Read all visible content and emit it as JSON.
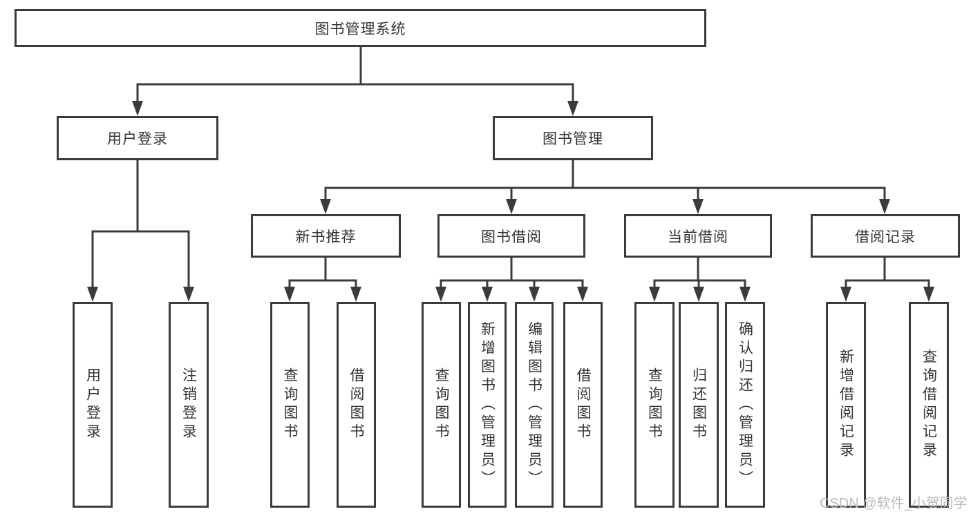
{
  "diagram": {
    "type": "hierarchy-tree",
    "title": "图书管理系统",
    "watermark": "CSDN @软件_小贺同学",
    "colors": {
      "background": "#ffffff",
      "line": "#3b3b3b",
      "box_border": "#3b3b3b",
      "text": "#333333",
      "watermark_text": "#b9b9b9"
    },
    "nodes": {
      "root": {
        "label": "图书管理系统"
      },
      "level2": [
        {
          "label": "用户登录"
        },
        {
          "label": "图书管理"
        }
      ],
      "level3": [
        {
          "label": "新书推荐"
        },
        {
          "label": "图书借阅"
        },
        {
          "label": "当前借阅"
        },
        {
          "label": "借阅记录"
        }
      ],
      "leaves": {
        "user_login": [
          "用户登录",
          "注销登录"
        ],
        "new_book_recommend": [
          "查询图书",
          "借阅图书"
        ],
        "book_borrow": [
          "查询图书",
          "新增图书（管理员）",
          "编辑图书（管理员）",
          "借阅图书"
        ],
        "current_borrow": [
          "查询图书",
          "归还图书",
          "确认归还（管理员）"
        ],
        "borrow_records": [
          "新增借阅记录",
          "查询借阅记录"
        ]
      }
    }
  }
}
